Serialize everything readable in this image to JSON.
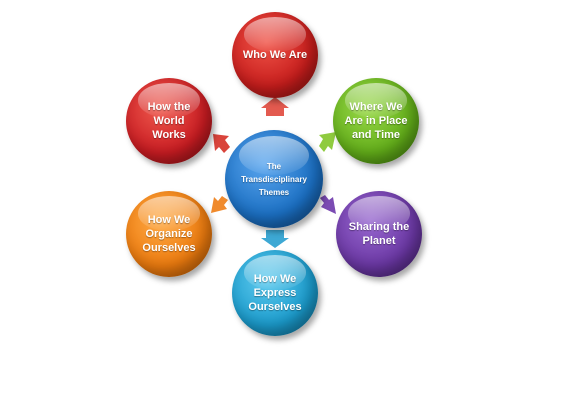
{
  "center": {
    "label": "The Transdisciplinary Themes",
    "color": "#1b6fc2"
  },
  "themes": [
    {
      "id": "who",
      "label": "Who We Are",
      "color": "#d0201f"
    },
    {
      "id": "where",
      "label": "Where We Are in Place and Time",
      "color": "#6cb61e"
    },
    {
      "id": "share",
      "label": "Sharing the Planet",
      "color": "#6d3ba6"
    },
    {
      "id": "express",
      "label": "How We Express Ourselves",
      "color": "#1fa1cf"
    },
    {
      "id": "organize",
      "label": "How We Organize Ourselves",
      "color": "#ee7d11"
    },
    {
      "id": "how",
      "label": "How the World Works",
      "color": "#cf1f24"
    }
  ]
}
